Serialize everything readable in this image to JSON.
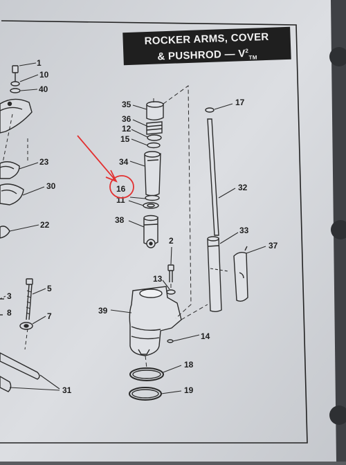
{
  "title": {
    "line1": "ROCKER ARMS, COVER",
    "line2": "& PUSHROD — V",
    "superscript": "2",
    "subscript": "TM"
  },
  "callouts": [
    "1",
    "10",
    "40",
    "23",
    "30",
    "22",
    "3",
    "5",
    "8",
    "7",
    "31",
    "35",
    "36",
    "12",
    "15",
    "34",
    "16",
    "11",
    "38",
    "2",
    "13",
    "39",
    "14",
    "18",
    "19",
    "17",
    "32",
    "33",
    "37"
  ],
  "colors": {
    "paper": "#d6d8dc",
    "ink": "#2a2a2a",
    "title_bg": "#1f1f1f",
    "annotation": "#e23030"
  },
  "annotation": {
    "type": "red-circle-with-arrow",
    "highlighted_callout": "16"
  }
}
